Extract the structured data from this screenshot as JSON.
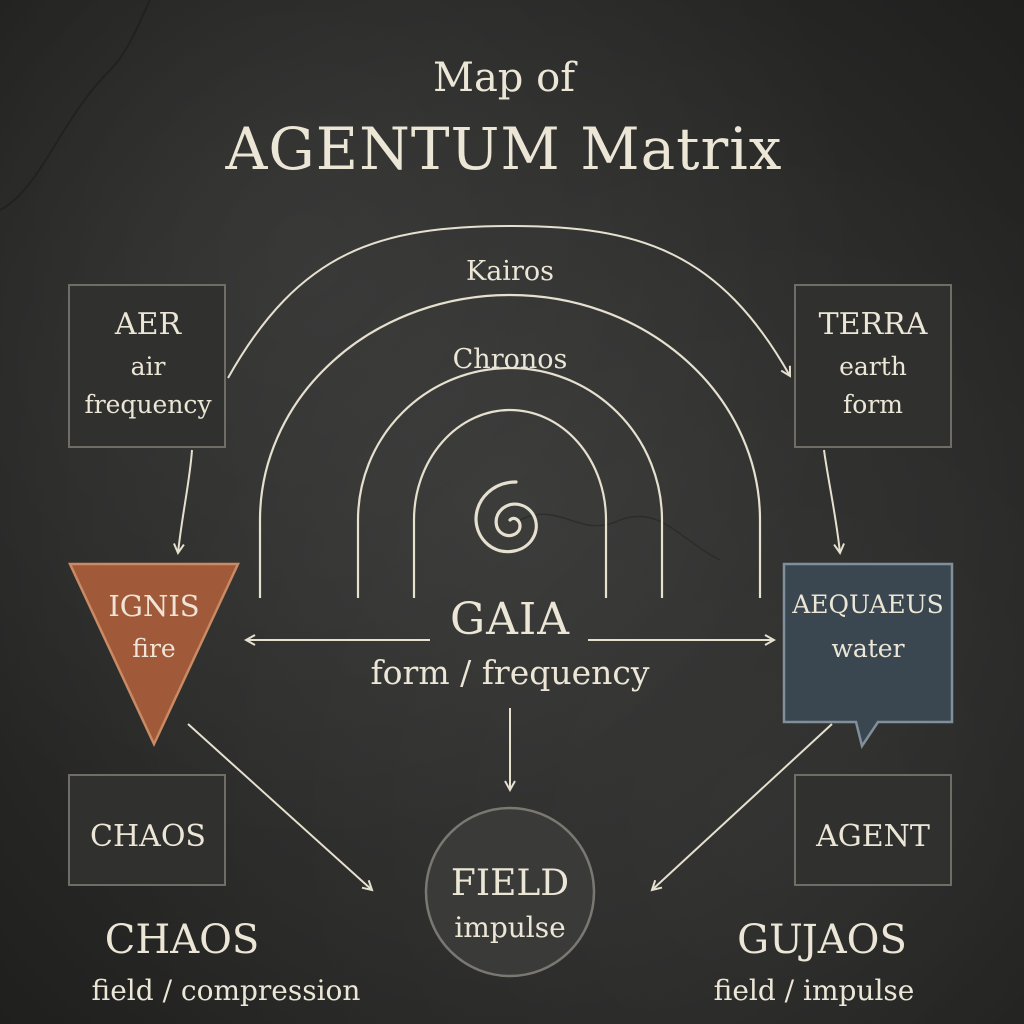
{
  "title": {
    "line1": "Map of",
    "line2": "AGENTUM Matrix"
  },
  "arcs": {
    "outer_label": "Kairos",
    "inner_label": "Chronos"
  },
  "center": {
    "name": "GAIA",
    "sub": "form / frequency"
  },
  "nodes": {
    "aer": {
      "name": "AER",
      "line1": "air",
      "line2": "frequency"
    },
    "terra": {
      "name": "TERRA",
      "line1": "earth",
      "line2": "form"
    },
    "ignis": {
      "name": "IGNIS",
      "sub": "fire"
    },
    "aequaeus": {
      "name": "AEQUAEUS",
      "sub": "water"
    },
    "chaos_box": {
      "name": "CHAOS"
    },
    "agent_box": {
      "name": "AGENT"
    },
    "field": {
      "name": "FIELD",
      "sub": "impulse"
    }
  },
  "bottom": {
    "left": {
      "name": "CHAOS",
      "sub": "field / compression"
    },
    "right": {
      "name": "GUJAOS",
      "sub": "field / impulse"
    }
  },
  "colors": {
    "background": "#2b2b2a",
    "line": "#e6e0cf",
    "ignis_fill": "#a05a3a",
    "aequaeus_fill": "#3b4750",
    "aequaeus_stroke": "#7f909a",
    "box_fill": "#30302f",
    "field_fill": "#3a3a39"
  },
  "icons": {
    "center_symbol": "spiral-icon"
  }
}
